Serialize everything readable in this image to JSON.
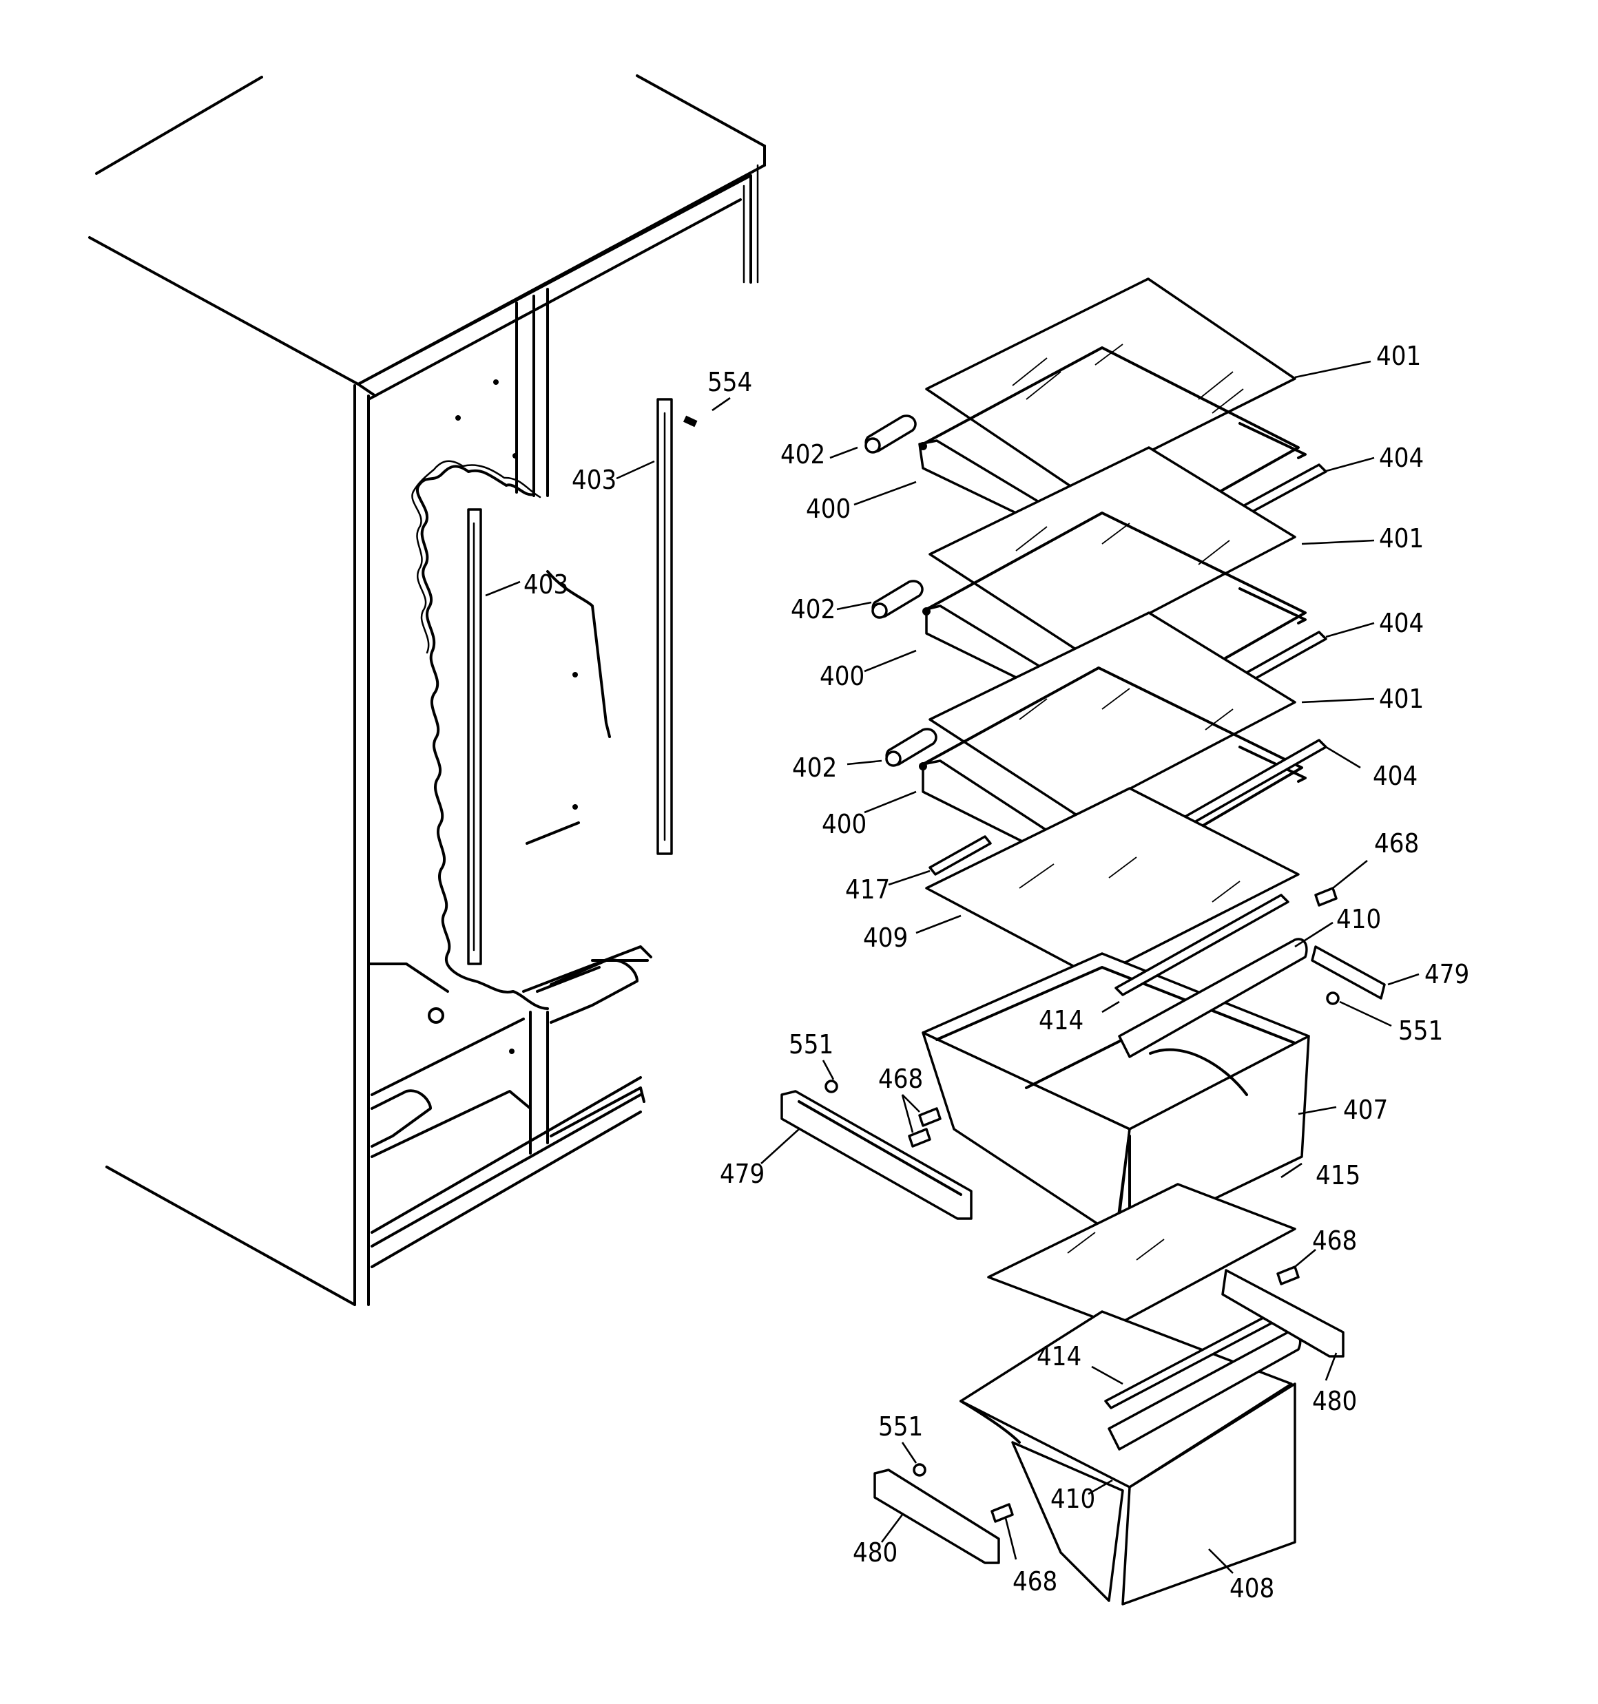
{
  "diagram": {
    "callouts": {
      "c401a": "401",
      "c401b": "401",
      "c401c": "401",
      "c402a": "402",
      "c402b": "402",
      "c402c": "402",
      "c400a": "400",
      "c400b": "400",
      "c400c": "400",
      "c403a": "403",
      "c403b": "403",
      "c404a": "404",
      "c404b": "404",
      "c404c": "404",
      "c554": "554",
      "c417": "417",
      "c409": "409",
      "c468a": "468",
      "c468b": "468",
      "c468c": "468",
      "c468d": "468",
      "c410a": "410",
      "c410b": "410",
      "c479a": "479",
      "c479b": "479",
      "c551a": "551",
      "c551b": "551",
      "c551c": "551",
      "c414a": "414",
      "c414b": "414",
      "c407": "407",
      "c415": "415",
      "c480a": "480",
      "c480b": "480",
      "c408": "408"
    }
  }
}
